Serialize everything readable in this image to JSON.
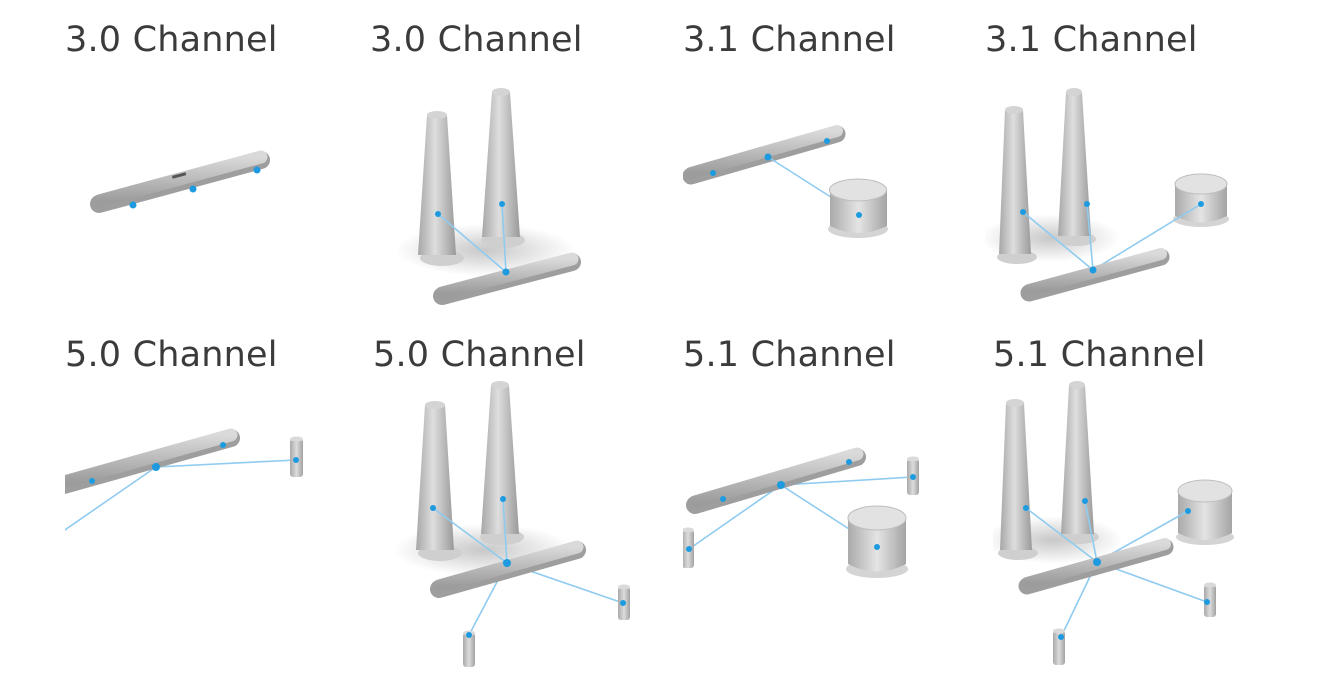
{
  "panels": [
    {
      "title": "3.0 Channel"
    },
    {
      "title": "3.0 Channel"
    },
    {
      "title": "3.1 Channel"
    },
    {
      "title": "3.1 Channel"
    },
    {
      "title": "5.0 Channel"
    },
    {
      "title": "5.0 Channel"
    },
    {
      "title": "5.1 Channel"
    },
    {
      "title": "5.1 Channel"
    }
  ],
  "colors": {
    "speaker_body": "#c4c4c4",
    "speaker_shade": "#9e9e9e",
    "connection_line": "#8fcbf0",
    "connection_dot": "#1e9be0",
    "title_text": "#3b3b3b"
  }
}
